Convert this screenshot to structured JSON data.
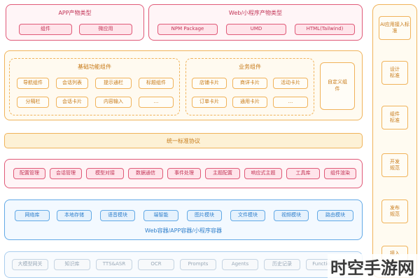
{
  "app": {
    "title": "APP产物类型",
    "items": [
      "组件",
      "微应用"
    ]
  },
  "web": {
    "title": "Web/小程序产物类型",
    "items": [
      "NPM Package",
      "UMD",
      "HTML(Tailwind)"
    ]
  },
  "basic": {
    "title": "基础功能组件",
    "row1": [
      "导航组件",
      "会话列表",
      "提示通栏",
      "标题组件"
    ],
    "row2": [
      "分隔栏",
      "会话卡片",
      "内容输入",
      "..."
    ]
  },
  "business": {
    "title": "业务组件",
    "row1": [
      "店铺卡片",
      "商详卡片",
      "活动卡片"
    ],
    "row2": [
      "订单卡片",
      "通用卡片",
      "..."
    ]
  },
  "custom": {
    "label": "自定义组件"
  },
  "protocol": {
    "label": "统一标准协议"
  },
  "management": {
    "items": [
      "配置管理",
      "会话管理",
      "模型对接",
      "数据通信",
      "事件处理",
      "主题配置",
      "响应式主题",
      "工具库",
      "组件渲染"
    ]
  },
  "container": {
    "title": "Web容器/APP容器/小程序容器",
    "items": [
      "网络库",
      "本地存储",
      "语音模块",
      "端智能",
      "图片模块",
      "文件模块",
      "视频模块",
      "路由模块"
    ]
  },
  "infra": {
    "items": [
      "大模型网关",
      "知识库",
      "TTS&ASR",
      "OCR",
      "Prompts",
      "Agents",
      "历史记录",
      "Functions"
    ]
  },
  "sidebar": {
    "items": [
      "AI应用接入标准",
      "设计标准",
      "组件标准",
      "开发规范",
      "发布规范",
      "接入"
    ]
  },
  "watermark": "时空手游网"
}
